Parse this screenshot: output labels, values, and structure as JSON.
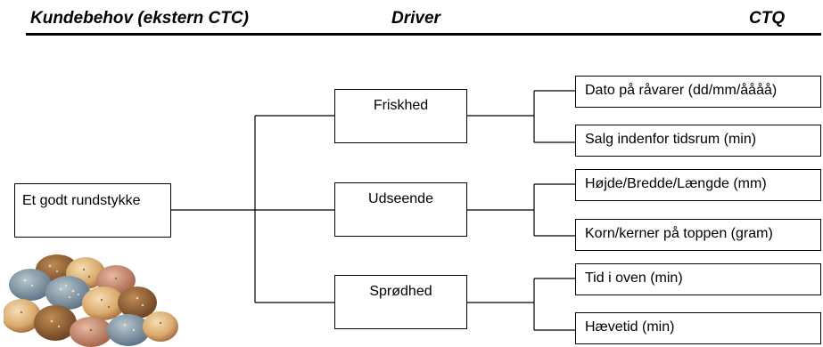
{
  "headers": {
    "customer_need": "Kundebehov (ekstern CTC)",
    "driver": "Driver",
    "ctq": "CTQ"
  },
  "root": {
    "label": "Et godt rundstykke"
  },
  "drivers": [
    {
      "label": "Friskhed",
      "ctqs": [
        "Dato på råvarer (dd/mm/åååå)",
        "Salg indenfor tidsrum (min)"
      ]
    },
    {
      "label": "Udseende",
      "ctqs": [
        "Højde/Bredde/Længde (mm)",
        "Korn/kerner på toppen (gram)"
      ]
    },
    {
      "label": "Sprødhed",
      "ctqs": [
        "Tid i oven (min)",
        "Hævetid (min)"
      ]
    }
  ],
  "colors": {
    "line": "#000000",
    "bread_light": "#e8c48f",
    "bread_dark": "#9c6a3c",
    "seed_blue": "#7f95a8"
  }
}
